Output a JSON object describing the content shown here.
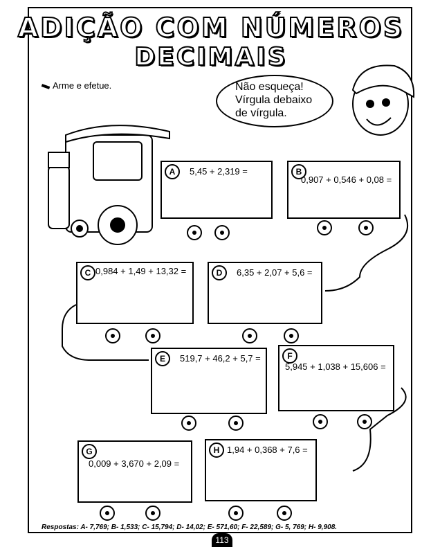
{
  "title_line1": "ADIÇÃO COM NÚMEROS",
  "title_line2": "DECIMAIS",
  "instruction": "Arme e efetue.",
  "bubble_text": [
    "Não esqueça!",
    "Vírgula debaixo",
    "de vírgula."
  ],
  "exercises": [
    {
      "label": "A",
      "expression": "5,45 + 2,319 ="
    },
    {
      "label": "B",
      "expression": "0,907 + 0,546 + 0,08 ="
    },
    {
      "label": "C",
      "expression": "0,984 + 1,49 + 13,32 ="
    },
    {
      "label": "D",
      "expression": "6,35 + 2,07 + 5,6 ="
    },
    {
      "label": "E",
      "expression": "519,7 + 46,2 + 5,7 ="
    },
    {
      "label": "F",
      "expression": "5,945 + 1,038 + 15,606 ="
    },
    {
      "label": "G",
      "expression": "0,009 + 3,670 + 2,09 ="
    },
    {
      "label": "H",
      "expression": "1,94 + 0,368 + 7,6 ="
    }
  ],
  "answers": "Respostas: A- 7,769; B- 1,533; C- 15,794; D- 14,02; E- 571,60; F- 22,589; G- 5, 769; H- 9,908.",
  "page_number": "113"
}
